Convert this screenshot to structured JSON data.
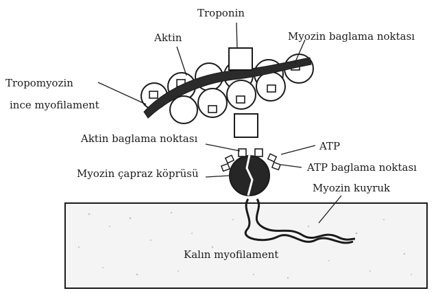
{
  "labels": {
    "troponin": "Troponin",
    "aktin": "Aktin",
    "myozin_baglama": "Myozin baglama noktası",
    "tropomyozin": "Tropomyozin",
    "ince": "ince myofilament",
    "aktin_baglama": "Aktin baglama noktası",
    "atp": "ATP",
    "atp_baglama": "ATP baglama noktası",
    "capraz": "Myozin çapraz köprüsü",
    "kuyruk": "Myozin kuyruk",
    "kalin": "Kalın myofilament"
  },
  "colors": {
    "ink": "#1a1a1a",
    "actin_fill": "#ffffff",
    "tropomyosin": "#2b2b2b",
    "thick_fill": "#f3f3f3"
  }
}
